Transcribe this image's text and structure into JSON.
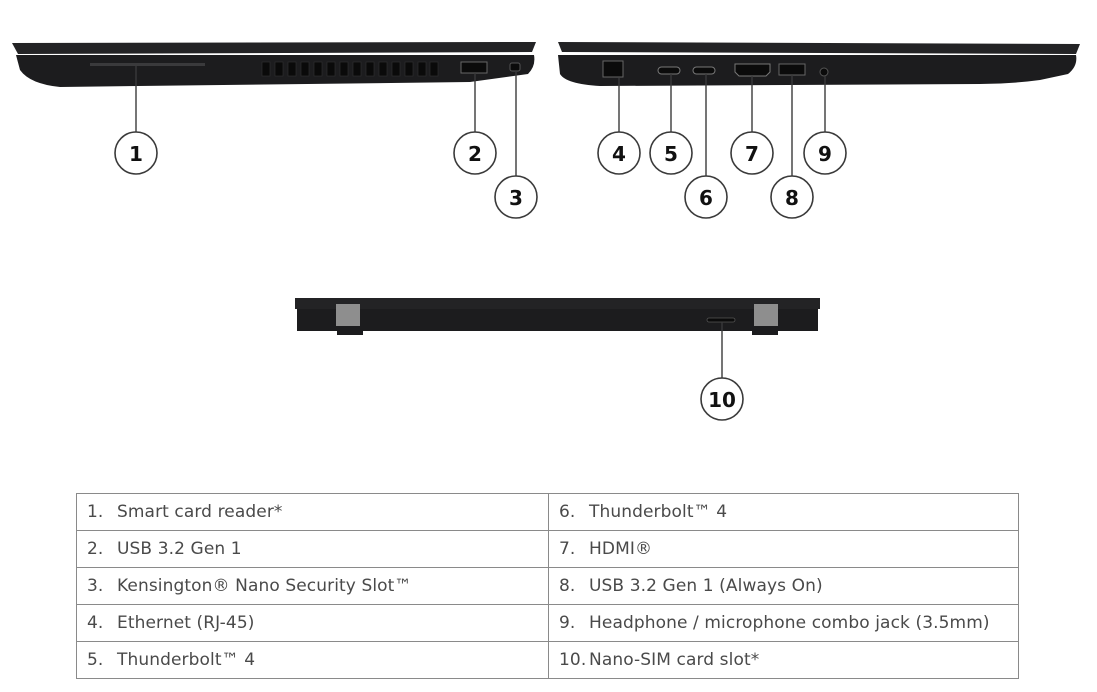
{
  "views": {
    "left_side": {
      "name": "left-side-view"
    },
    "right_side": {
      "name": "right-side-view"
    },
    "rear": {
      "name": "rear-view"
    }
  },
  "callouts": [
    {
      "id": "1",
      "label": "1",
      "view": "left"
    },
    {
      "id": "2",
      "label": "2",
      "view": "left"
    },
    {
      "id": "3",
      "label": "3",
      "view": "left"
    },
    {
      "id": "4",
      "label": "4",
      "view": "right"
    },
    {
      "id": "5",
      "label": "5",
      "view": "right"
    },
    {
      "id": "6",
      "label": "6",
      "view": "right"
    },
    {
      "id": "7",
      "label": "7",
      "view": "right"
    },
    {
      "id": "8",
      "label": "8",
      "view": "right"
    },
    {
      "id": "9",
      "label": "9",
      "view": "right"
    },
    {
      "id": "10",
      "label": "10",
      "view": "rear"
    }
  ],
  "legend": {
    "rows": [
      {
        "left": {
          "num": "1.",
          "text": "Smart card reader*"
        },
        "right": {
          "num": "6.",
          "text": "Thunderbolt™ 4"
        }
      },
      {
        "left": {
          "num": "2.",
          "text": "USB 3.2 Gen 1"
        },
        "right": {
          "num": "7.",
          "text": "HDMI®"
        }
      },
      {
        "left": {
          "num": "3.",
          "text": "Kensington® Nano Security Slot™"
        },
        "right": {
          "num": "8.",
          "text": "USB 3.2 Gen 1 (Always On)"
        }
      },
      {
        "left": {
          "num": "4.",
          "text": "Ethernet (RJ-45)"
        },
        "right": {
          "num": "9.",
          "text": "Headphone / microphone combo jack (3.5mm)"
        }
      },
      {
        "left": {
          "num": "5.",
          "text": "Thunderbolt™ 4"
        },
        "right": {
          "num": "10.",
          "text": "Nano-SIM card slot*"
        }
      }
    ]
  },
  "colors": {
    "chassis": "#1c1c1e",
    "hinge": "#8e8e8e",
    "border": "#8a8a8a",
    "text": "#4a4a4a"
  }
}
